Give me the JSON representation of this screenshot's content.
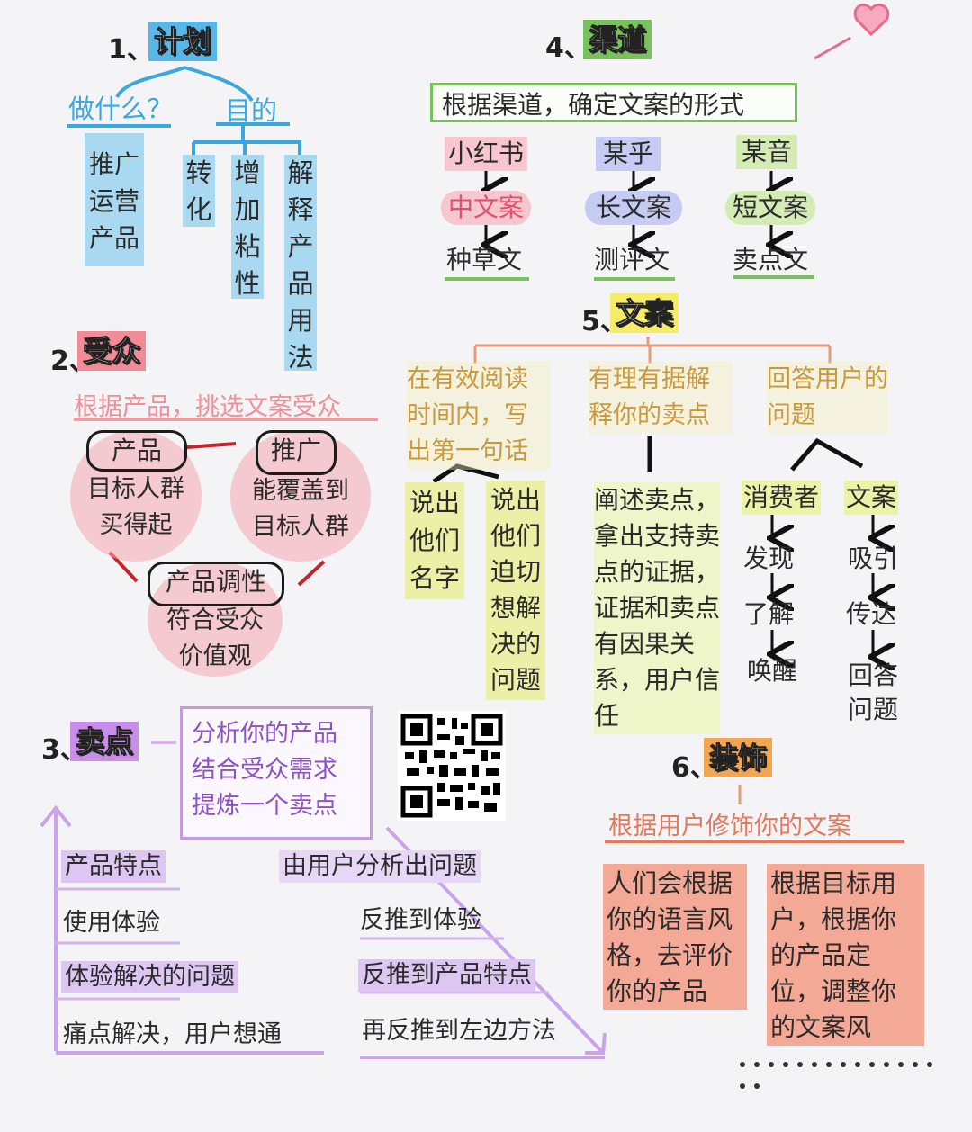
{
  "section1": {
    "num": "1、",
    "title": "计划",
    "what": "做什么？",
    "purpose": "目的",
    "what_text": "推广运营产品",
    "purpose_items": [
      "转化",
      "增加粘性",
      "解释产品用法"
    ]
  },
  "section2": {
    "num": "2、",
    "title": "受众",
    "subtitle": "根据产品，挑选文案受众",
    "product_label": "产品",
    "product_text": [
      "目标人群",
      "买得起"
    ],
    "promo_label": "推广",
    "promo_text": [
      "能覆盖到",
      "目标人群"
    ],
    "tone_label": "产品调性",
    "tone_text": [
      "符合受众",
      "价值观"
    ]
  },
  "section3": {
    "num": "3、",
    "title": "卖点",
    "box_lines": [
      "分析你的产品",
      "结合受众需求",
      "提炼一个卖点"
    ],
    "left_items": [
      "产品特点",
      "使用体验",
      "体验解决的问题",
      "痛点解决，用户想通"
    ],
    "right_items": [
      "由用户分析出问题",
      "反推到体验",
      "反推到产品特点",
      "再反推到左边方法"
    ]
  },
  "section4": {
    "num": "4、",
    "title": "渠道",
    "subtitle": "根据渠道，确定文案的形式",
    "channels": [
      {
        "name": "小红书",
        "length": "中文案",
        "type": "种草文"
      },
      {
        "name": "某乎",
        "length": "长文案",
        "type": "测评文"
      },
      {
        "name": "某音",
        "length": "短文案",
        "type": "卖点文"
      }
    ]
  },
  "section5": {
    "num": "5、",
    "title": "文案",
    "heads": [
      "在有效阅读时间内，写出第一句话",
      "有理有据解释你的卖点",
      "回答用户的问题"
    ],
    "first_a": "说出他们名字",
    "first_b": "说出他们迫切想解决的问题",
    "middle": "阐述卖点，拿出支持卖点的证据，证据和卖点有因果关系，用户信任",
    "consumer_label": "消费者",
    "consumer_steps": [
      "发现",
      "了解",
      "唤醒"
    ],
    "copy_label": "文案",
    "copy_steps": [
      "吸引",
      "传达",
      "回答问题"
    ]
  },
  "section6": {
    "num": "6、",
    "title": "装饰",
    "subtitle": "根据用户修饰你的文案",
    "box_left": "人们会根据你的语言风格，去评价你的产品",
    "box_right": "根据目标用户，根据你的产品定位，调整你的文案风格。"
  },
  "colors": {
    "blue": "#57b7e8",
    "red": "#f28b95",
    "purple": "#c98ee8",
    "green": "#79c15c",
    "yellow": "#f6ec6a",
    "orange": "#f2a552"
  }
}
